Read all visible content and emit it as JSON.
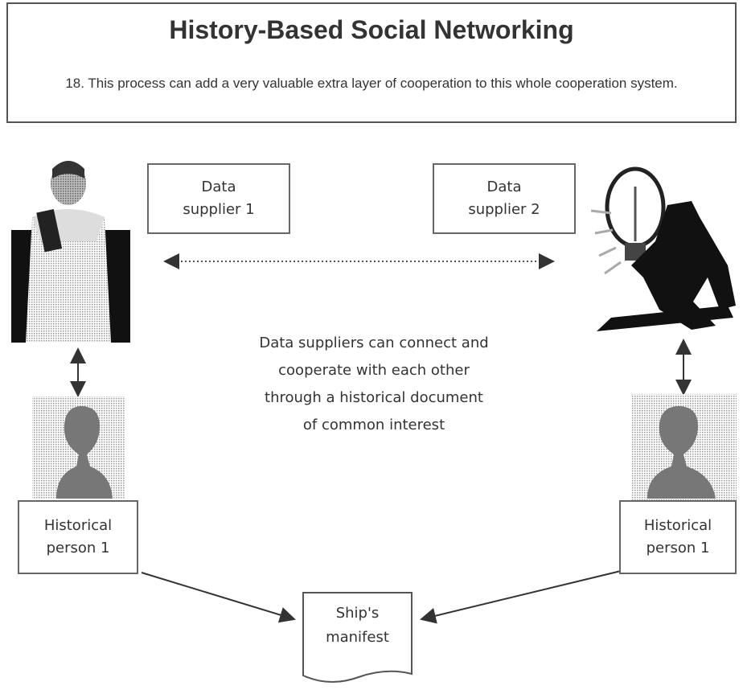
{
  "header": {
    "title": "History-Based Social Networking",
    "subtitle": "18. This process can add a very valuable extra layer of cooperation to this whole cooperation system."
  },
  "nodes": {
    "supplier_1": "Data supplier 1",
    "supplier_2": "Data supplier 2",
    "person_left": "Historical person 1",
    "person_right": "Historical person 1",
    "document": "Ship's manifest"
  },
  "center_text": "Data suppliers can connect and cooperate with each other through a historical document of common interest",
  "icons": {
    "left_figure": "doctor-figure-icon",
    "right_figure": "lightbulb-businessman-icon",
    "left_silhouette": "person-silhouette-icon",
    "right_silhouette": "person-silhouette-icon"
  }
}
